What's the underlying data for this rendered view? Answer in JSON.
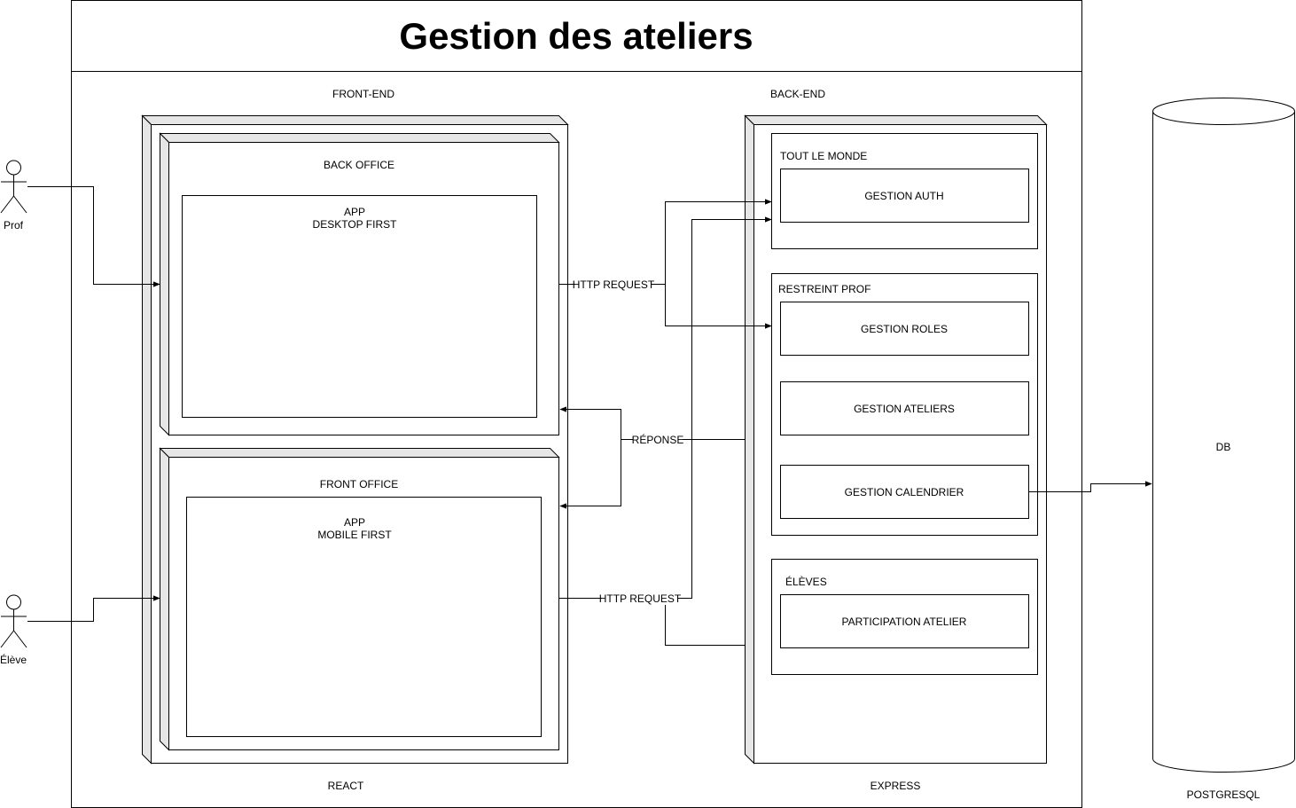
{
  "title": "Gestion des ateliers",
  "sections": {
    "frontend": "FRONT-END",
    "backend": "BACK-END"
  },
  "technologies": {
    "react": "REACT",
    "express": "EXPRESS",
    "postgresql": "POSTGRESQL"
  },
  "actors": {
    "prof": "Prof",
    "eleve": "Élève"
  },
  "frontend": {
    "back_office": {
      "label": "BACK OFFICE",
      "app_line1": "APP",
      "app_line2": "DESKTOP FIRST"
    },
    "front_office": {
      "label": "FRONT OFFICE",
      "app_line1": "APP",
      "app_line2": "MOBILE FIRST"
    }
  },
  "backend": {
    "tout_le_monde": {
      "label": "TOUT LE MONDE",
      "items": [
        "GESTION AUTH"
      ]
    },
    "restreint_prof": {
      "label": "RESTREINT PROF",
      "items": [
        "GESTION ROLES",
        "GESTION ATELIERS",
        "GESTION CALENDRIER"
      ]
    },
    "eleves": {
      "label": "ÉLÈVES",
      "items": [
        "PARTICIPATION ATELIER"
      ]
    }
  },
  "database": {
    "label": "DB"
  },
  "edges": {
    "http_request_1": "HTTP REQUEST",
    "reponse": "RÉPONSE",
    "http_request_2": "HTTP REQUEST"
  }
}
